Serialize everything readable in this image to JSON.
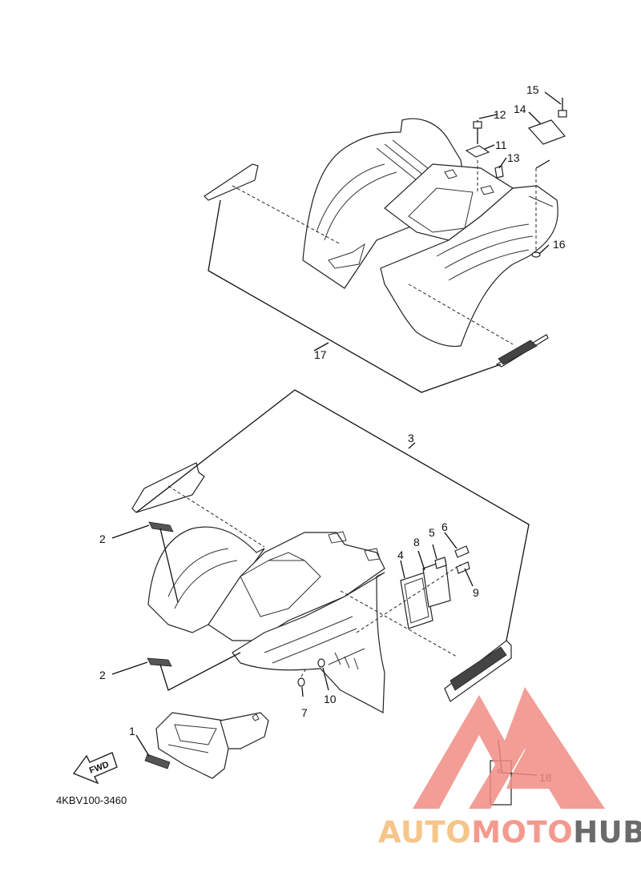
{
  "callouts": {
    "c1": "1",
    "c2a": "2",
    "c2b": "2",
    "c3": "3",
    "c4": "4",
    "c5": "5",
    "c6": "6",
    "c7": "7",
    "c8": "8",
    "c9": "9",
    "c10": "10",
    "c11": "11",
    "c12": "12",
    "c13": "13",
    "c14": "14",
    "c15": "15",
    "c16": "16",
    "c17": "17",
    "c18": "18"
  },
  "fwd_label": "FWD",
  "diagram_code": "4KBV100-3460",
  "watermark": {
    "part1": "AUTO",
    "part2": "MOTO",
    "part3": "HUB",
    "color1": "#f5c58a",
    "color2": "#f39a8f",
    "color3": "#6b6b6b",
    "logo_color": "#f08c84"
  }
}
